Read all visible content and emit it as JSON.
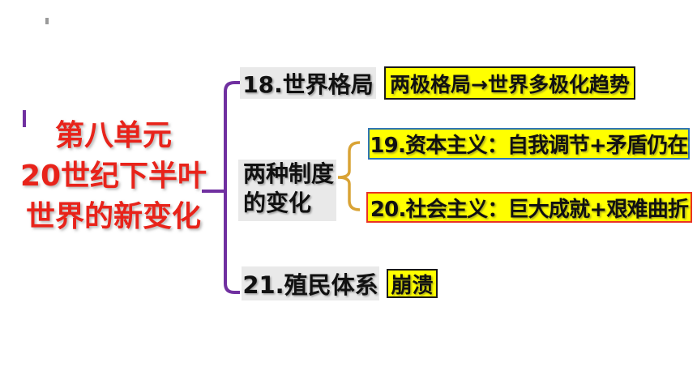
{
  "title": {
    "line1": "第八单元",
    "line2": "20世纪下半叶",
    "line3": "世界的新变化"
  },
  "map": {
    "row18": {
      "label": "18.世界格局",
      "value": "两极格局→世界多极化趋势"
    },
    "systems": {
      "label_line1": "两种制度",
      "label_line2": "的变化",
      "item19": "19.资本主义：自我调节+矛盾仍在",
      "item20": "20.社会主义：巨大成就+艰难曲折"
    },
    "row21": {
      "label": "21.殖民体系",
      "value": "崩溃"
    }
  },
  "colors": {
    "title_red": "#e8231a",
    "purple_brace": "#7030a0",
    "gold_brace": "#d9a335",
    "gray_box": "#e9e9e9",
    "yellow_box": "#ffff00",
    "blue_border": "#2e75b6",
    "red_border": "#e93323",
    "black_border": "#1a1a1a"
  }
}
